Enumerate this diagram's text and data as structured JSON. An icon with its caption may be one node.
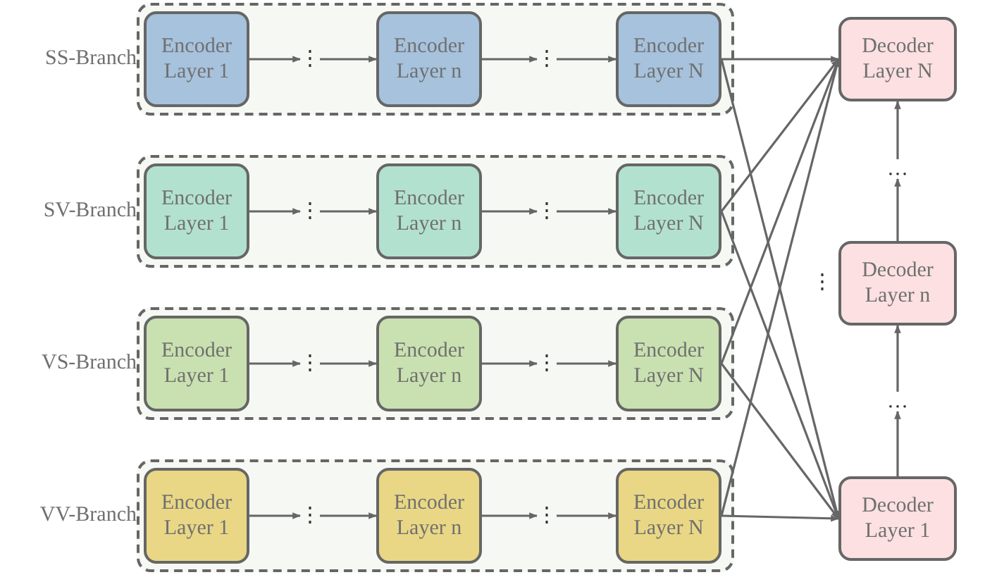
{
  "diagram": {
    "nodes": [
      {
        "text": [
          "SS-Branch"
        ]
      },
      {
        "text": [
          "Encoder Layer 1"
        ],
        "in": 0
      },
      {
        "text": [
          "⋮"
        ],
        "in": 0
      },
      {
        "text": [
          "Encoder Layer n"
        ],
        "in": 0
      },
      {
        "text": [
          "⋮"
        ],
        "in": 0
      },
      {
        "text": [
          "Encoder Layer N"
        ],
        "in": 0
      },
      {
        "text": [
          "SV-Branch"
        ]
      },
      {
        "text": [
          "Encoder Layer 1"
        ],
        "in": 6
      },
      {
        "text": [
          "⋮"
        ],
        "in": 6
      },
      {
        "text": [
          "Encoder Layer n"
        ],
        "in": 6
      },
      {
        "text": [
          "⋮"
        ],
        "in": 6
      },
      {
        "text": [
          "Encoder Layer N"
        ],
        "in": 6
      },
      {
        "text": [
          "VS-Branch"
        ]
      },
      {
        "text": [
          "Encoder Layer 1"
        ],
        "in": 12
      },
      {
        "text": [
          "⋮"
        ],
        "in": 12
      },
      {
        "text": [
          "Encoder Layer n"
        ],
        "in": 12
      },
      {
        "text": [
          "⋮"
        ],
        "in": 12
      },
      {
        "text": [
          "Encoder Layer N"
        ],
        "in": 12
      },
      {
        "text": [
          "VV-Branch"
        ]
      },
      {
        "text": [
          "Encoder Layer 1"
        ],
        "in": 18
      },
      {
        "text": [
          "⋮"
        ],
        "in": 18
      },
      {
        "text": [
          "Encoder Layer n"
        ],
        "in": 18
      },
      {
        "text": [
          "⋮"
        ],
        "in": 18
      },
      {
        "text": [
          "Encoder Layer N"
        ],
        "in": 18
      },
      {
        "text": [
          "Decoder Layer N"
        ]
      },
      {
        "text": [
          "…"
        ]
      },
      {
        "text": [
          "Decoder Layer n"
        ],
        "beside": [
          "⋮"
        ]
      },
      {
        "text": [
          "…"
        ]
      },
      {
        "text": [
          "Decoder Layer 1"
        ]
      }
    ],
    "edges": [
      {
        "from": 1,
        "to": 2,
        "arrow": "to"
      },
      {
        "from": 2,
        "to": 3,
        "arrow": "to"
      },
      {
        "from": 3,
        "to": 4,
        "arrow": "to"
      },
      {
        "from": 4,
        "to": 5,
        "arrow": "to"
      },
      {
        "from": 7,
        "to": 8,
        "arrow": "to"
      },
      {
        "from": 8,
        "to": 9,
        "arrow": "to"
      },
      {
        "from": 9,
        "to": 10,
        "arrow": "to"
      },
      {
        "from": 10,
        "to": 11,
        "arrow": "to"
      },
      {
        "from": 13,
        "to": 14,
        "arrow": "to"
      },
      {
        "from": 14,
        "to": 15,
        "arrow": "to"
      },
      {
        "from": 15,
        "to": 16,
        "arrow": "to"
      },
      {
        "from": 16,
        "to": 17,
        "arrow": "to"
      },
      {
        "from": 19,
        "to": 20,
        "arrow": "to"
      },
      {
        "from": 20,
        "to": 21,
        "arrow": "to"
      },
      {
        "from": 21,
        "to": 22,
        "arrow": "to"
      },
      {
        "from": 22,
        "to": 23,
        "arrow": "to"
      },
      {
        "from": 5,
        "to": 24,
        "arrow": "to"
      },
      {
        "from": 5,
        "to": 28,
        "arrow": "to"
      },
      {
        "from": 11,
        "to": 24,
        "arrow": "to"
      },
      {
        "from": 11,
        "to": 28,
        "arrow": "to"
      },
      {
        "from": 17,
        "to": 24,
        "arrow": "to"
      },
      {
        "from": 17,
        "to": 28,
        "arrow": "to"
      },
      {
        "from": 23,
        "to": 24,
        "arrow": "to"
      },
      {
        "from": 23,
        "to": 28,
        "arrow": "to"
      },
      {
        "from": 28,
        "to": 27,
        "arrow": "to"
      },
      {
        "from": 27,
        "to": 26,
        "arrow": "to"
      },
      {
        "from": 26,
        "to": 25,
        "arrow": "to"
      },
      {
        "from": 25,
        "to": 24,
        "arrow": "to"
      }
    ]
  }
}
